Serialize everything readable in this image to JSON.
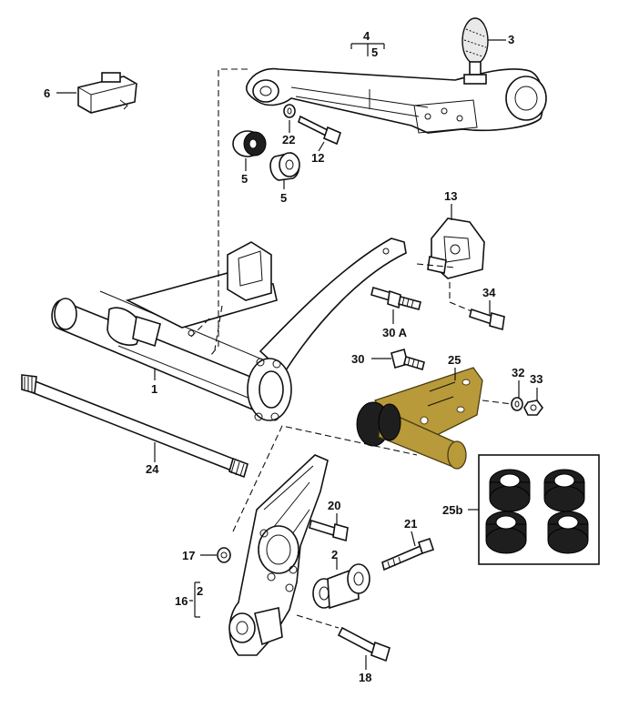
{
  "labels": {
    "l1": "1",
    "l2a": "2",
    "l2b": "2",
    "l3": "3",
    "l4": "4",
    "l5a": "5",
    "l5b": "5",
    "l5c": "5",
    "l6": "6",
    "l12": "12",
    "l13": "13",
    "l16": "16",
    "l17": "17",
    "l18": "18",
    "l20": "20",
    "l21": "21",
    "l22": "22",
    "l24": "24",
    "l25": "25",
    "l25b": "25b",
    "l30": "30",
    "l30a": "30 A",
    "l32": "32",
    "l33": "33",
    "l34": "34"
  },
  "colors": {
    "line": "#111111",
    "bushing_fill": "#1e1e1e",
    "bracket_fill": "#b89a3a",
    "background": "#ffffff"
  }
}
